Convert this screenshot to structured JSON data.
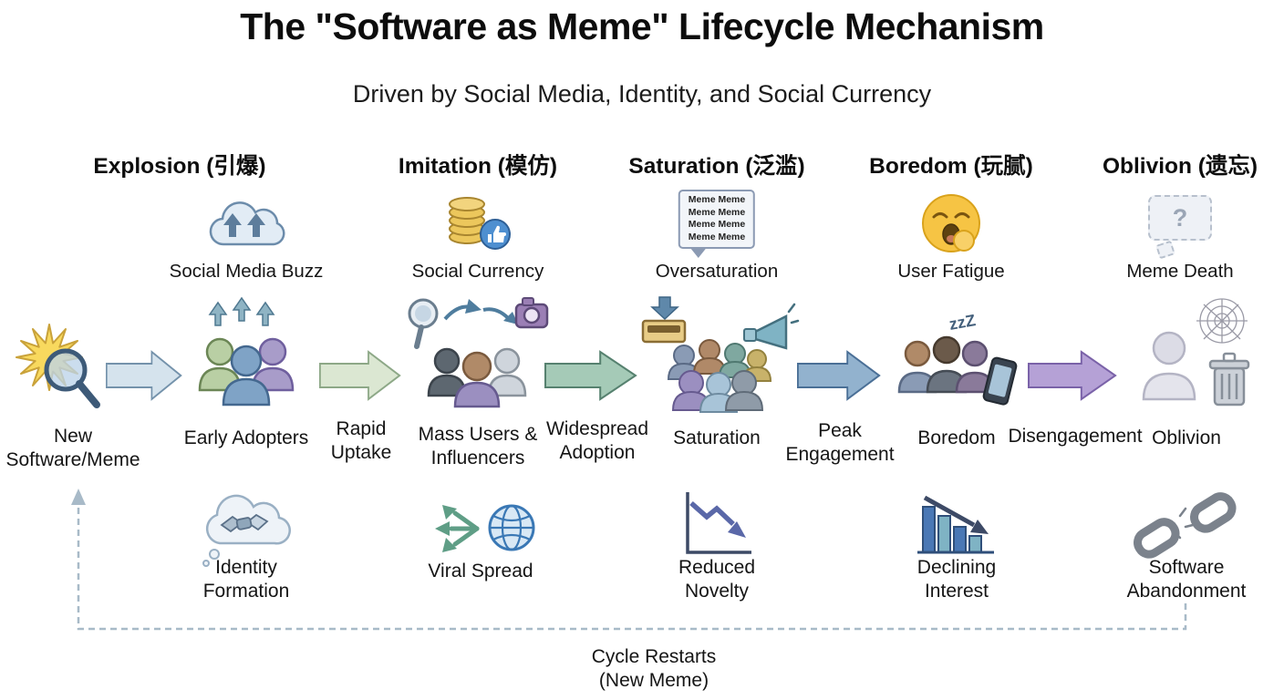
{
  "header": {
    "title": "The \"Software as Meme\" Lifecycle Mechanism",
    "subtitle": "Driven by Social Media, Identity, and Social Currency"
  },
  "phases": [
    {
      "label": "Explosion (引爆)"
    },
    {
      "label": "Imitation (模仿)"
    },
    {
      "label": "Saturation (泛滥)"
    },
    {
      "label": "Boredom (玩腻)"
    },
    {
      "label": "Oblivion (遗忘)"
    }
  ],
  "top_row": [
    {
      "icon": "cloud-up-arrows",
      "label": "Social Media Buzz"
    },
    {
      "icon": "coin-stack-thumbs-up",
      "label": "Social Currency"
    },
    {
      "icon": "meme-speech-bubble",
      "label": "Oversaturation",
      "bubble_text": "Meme Meme\nMeme Meme\nMeme Meme\nMeme Meme"
    },
    {
      "icon": "yawning-face",
      "label": "User Fatigue"
    },
    {
      "icon": "faded-speech-bubble",
      "label": "Meme Death",
      "bubble_text": "?"
    }
  ],
  "flow": {
    "nodes": [
      {
        "icon": "starburst-magnifier",
        "label": "New\nSoftware/Meme"
      },
      {
        "icon": "people-rising-arrows",
        "label": "Early Adopters"
      },
      {
        "icon": "mirror-people-camera",
        "label": "Mass Users &\nInfluencers"
      },
      {
        "icon": "crowd-inbox-megaphone",
        "label": "Saturation"
      },
      {
        "icon": "tired-people-phone",
        "label": "Boredom",
        "zzz_text": "zzZ"
      },
      {
        "icon": "faded-person-web-trash",
        "label": "Oblivion"
      }
    ],
    "arrows": [
      {
        "label": "",
        "fill": "#d5e3ed",
        "stroke": "#7492ab"
      },
      {
        "label": "Rapid\nUptake",
        "fill": "#dbe7d2",
        "stroke": "#8da887"
      },
      {
        "label": "Widespread\nAdoption",
        "fill": "#a5cab7",
        "stroke": "#56816f"
      },
      {
        "label": "Peak\nEngagement",
        "fill": "#92b2ce",
        "stroke": "#4a6f96"
      },
      {
        "label": "Disengagement",
        "fill": "#b5a1d6",
        "stroke": "#7a62a8"
      }
    ]
  },
  "bottom_row": [
    {
      "icon": "handshake-thought-bubble",
      "label": "Identity\nFormation"
    },
    {
      "icon": "branch-arrows-globe",
      "label": "Viral Spread"
    },
    {
      "icon": "declining-line-chart",
      "label": "Reduced\nNovelty"
    },
    {
      "icon": "declining-bar-chart",
      "label": "Declining\nInterest"
    },
    {
      "icon": "broken-chain",
      "label": "Software\nAbandonment"
    }
  ],
  "cycle": {
    "label": "Cycle Restarts\n(New Meme)"
  }
}
